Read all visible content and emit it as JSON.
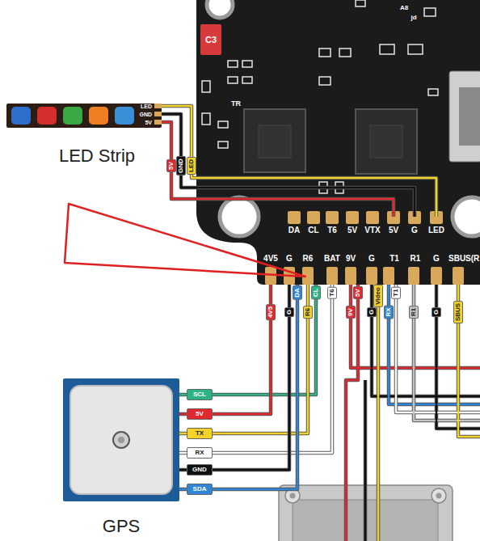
{
  "diagram": {
    "nodes": [
      {
        "text": [
          "A8",
          "jd",
          "C3",
          "TR",
          "DA",
          "CL",
          "T6",
          "5V",
          "VTX",
          "5V",
          "G",
          "LED",
          "4V5",
          "G",
          "R6",
          "BAT",
          "9V",
          "G",
          "T1",
          "R1",
          "G",
          "SBUS(R"
        ]
      },
      {
        "text": [
          "LED",
          "GND",
          "5V",
          "LED Strip"
        ]
      },
      {
        "text": [
          "GPS"
        ]
      }
    ],
    "edges": [
      {
        "from": 1,
        "to": 0,
        "arrow": "none"
      },
      {
        "from": 1,
        "to": 0,
        "arrow": "none"
      },
      {
        "from": 1,
        "to": 0,
        "arrow": "none"
      },
      {
        "from": 2,
        "to": 0,
        "arrow": "none"
      },
      {
        "from": 2,
        "to": 0,
        "arrow": "none"
      },
      {
        "from": 2,
        "to": 0,
        "arrow": "none"
      },
      {
        "from": 2,
        "to": 0,
        "arrow": "none"
      },
      {
        "from": 2,
        "to": 0,
        "arrow": "none"
      },
      {
        "from": 2,
        "to": 0,
        "arrow": "none"
      }
    ],
    "labels": [
      "5V",
      "GND",
      "LED",
      "DA",
      "CL",
      "T6",
      "5V",
      "Video",
      "T1",
      "4V5",
      "G",
      "R6",
      "9V",
      "G",
      "RX",
      "R1",
      "G",
      "SBUS",
      "SCL",
      "5V",
      "TX",
      "RX",
      "GND",
      "SDA"
    ]
  }
}
